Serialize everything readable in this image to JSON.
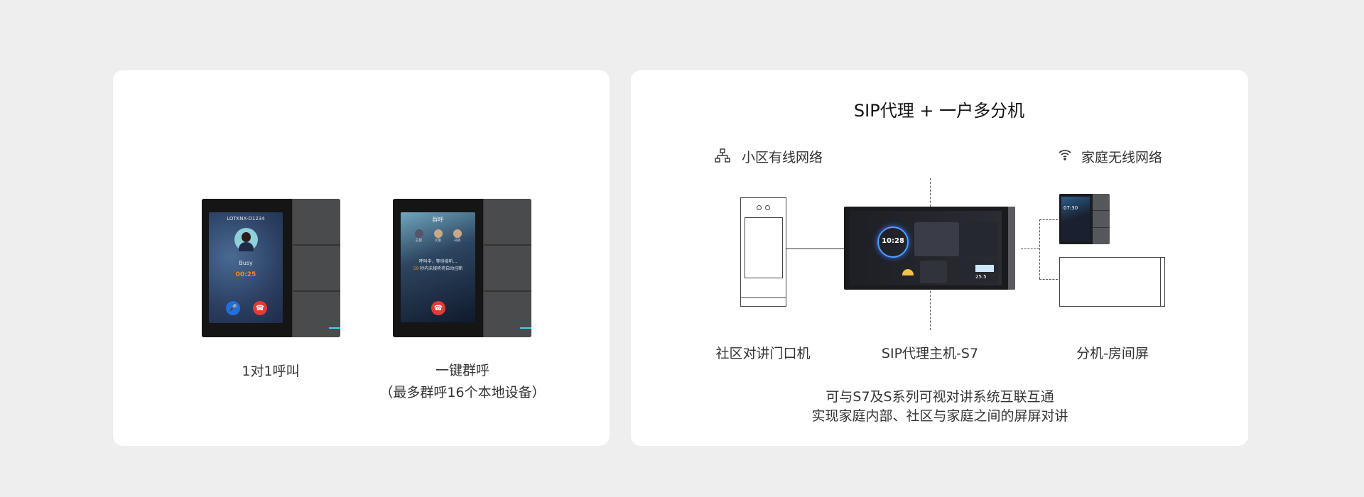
{
  "left_card": {
    "device1": {
      "screen_title": "LOTKNX-D1234",
      "status": "Busy",
      "timer": "00:25",
      "label": "1对1呼叫"
    },
    "device2": {
      "screen_title": "群呼",
      "contacts": [
        "主卧",
        "次卧",
        "书房"
      ],
      "line1": "呼叫中，等待接听...",
      "countdown": "59",
      "line2": "秒内未接听将自动挂断",
      "label": "一键群呼",
      "sublabel": "（最多群呼16个本地设备）"
    }
  },
  "right_card": {
    "title": "SIP代理 + 一户多分机",
    "wired_network": {
      "icon": "network-topology-icon",
      "label": "小区有线网络"
    },
    "wireless_network": {
      "icon": "wifi-icon",
      "label": "家庭无线网络"
    },
    "door_station_label": "社区对讲门口机",
    "host_label": "SIP代理主机-S7",
    "host_screen": {
      "time": "10:28",
      "temp": "25.5"
    },
    "extension_screen": {
      "time": "07:30"
    },
    "extension_label": "分机-房间屏",
    "footer_line1": "可与S7及S系列可视对讲系统互联互通",
    "footer_line2": "实现家庭内部、社区与家庭之间的屏屏对讲"
  },
  "colors": {
    "background": "#eeeeee",
    "card": "#ffffff",
    "accent_orange": "#f08a24",
    "call_red": "#e53935",
    "mic_blue": "#1e6fe0",
    "led_cyan": "#3fd6e8"
  }
}
